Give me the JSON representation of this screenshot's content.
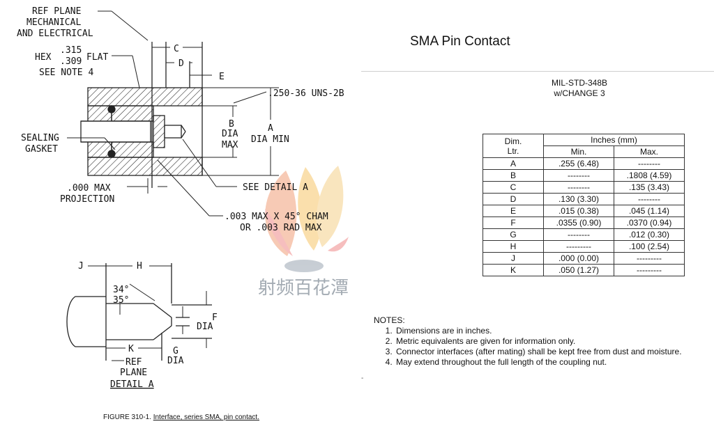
{
  "page_title": "SMA Pin Contact",
  "standard": {
    "line1": "MIL-STD-348B",
    "line2": "w/CHANGE 3"
  },
  "table": {
    "dim_header": "Dim.",
    "dim_header2": "Ltr.",
    "group_header": "Inches (mm)",
    "min_header": "Min.",
    "max_header": "Max.",
    "rows": [
      {
        "dim": "A",
        "min": ".255 (6.48)",
        "max": "--------"
      },
      {
        "dim": "B",
        "min": "--------",
        "max": ".1808 (4.59)"
      },
      {
        "dim": "C",
        "min": "--------",
        "max": ".135 (3.43)"
      },
      {
        "dim": "D",
        "min": ".130 (3.30)",
        "max": "--------"
      },
      {
        "dim": "E",
        "min": ".015 (0.38)",
        "max": ".045 (1.14)"
      },
      {
        "dim": "F",
        "min": ".0355 (0.90)",
        "max": ".0370 (0.94)"
      },
      {
        "dim": "G",
        "min": "--------",
        "max": ".012 (0.30)"
      },
      {
        "dim": "H",
        "min": "---------",
        "max": ".100 (2.54)"
      },
      {
        "dim": "J",
        "min": ".000 (0.00)",
        "max": "---------"
      },
      {
        "dim": "K",
        "min": ".050 (1.27)",
        "max": "---------"
      }
    ]
  },
  "notes": {
    "heading": "NOTES:",
    "items": [
      "Dimensions are in inches.",
      "Metric equivalents are given for information only.",
      "Connector interfaces (after mating) shall be kept free from dust and moisture.",
      "May extend throughout the full length of the coupling nut."
    ]
  },
  "caption": {
    "prefix": "FIGURE 310-1.",
    "text": "Interface, series SMA, pin contact."
  },
  "dash": "-",
  "drawing": {
    "ref_plane_1": "REF PLANE",
    "ref_plane_2": "MECHANICAL",
    "ref_plane_3": "AND ELECTRICAL",
    "hex": "HEX",
    "hex_top": ".315",
    "hex_bot": ".309",
    "flat": "FLAT",
    "see_note": "SEE NOTE 4",
    "thread": ".250-36 UNS-2B",
    "c": "C",
    "d": "D",
    "e": "E",
    "b": "B",
    "dia": "DIA",
    "max": "MAX",
    "a": "A",
    "dia_min": "DIA MIN",
    "sealing": "SEALING",
    "gasket": "GASKET",
    "see_detail": "SEE DETAIL A",
    "projection_1": ".000 MAX",
    "projection_2": "PROJECTION",
    "cham_1": ".003 MAX X 45° CHAM",
    "cham_2": "OR .003 RAD MAX",
    "j": "J",
    "h": "H",
    "angle_1": "34°",
    "angle_2": "35°",
    "f": "F",
    "k": "K",
    "g": "G",
    "ref": "REF",
    "plane": "PLANE",
    "detail_a": "DETAIL A",
    "watermark": "射频百花潭"
  }
}
